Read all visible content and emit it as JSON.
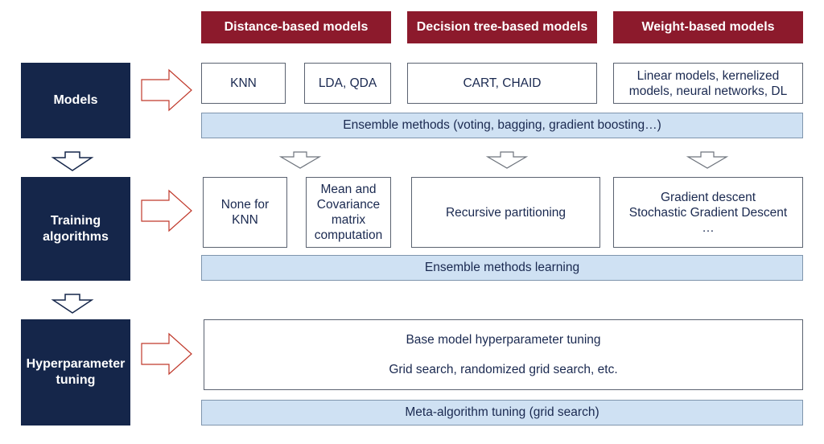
{
  "headers": {
    "distance": "Distance-based models",
    "tree": "Decision tree-based models",
    "weight": "Weight-based models"
  },
  "rows": {
    "models": "Models",
    "training": "Training\nalgorithms",
    "hyper": "Hyperparameter\ntuning"
  },
  "models": {
    "knn": "KNN",
    "lda_qda": "LDA, QDA",
    "cart": "CART, CHAID",
    "weight": "Linear models, kernelized\nmodels, neural networks, DL",
    "ensemble": "Ensemble methods (voting, bagging, gradient boosting…)"
  },
  "training": {
    "knn": "None for\nKNN",
    "lda": "Mean and\nCovariance\nmatrix\ncomputation",
    "tree": "Recursive partitioning",
    "weight": "Gradient descent\nStochastic Gradient Descent\n…",
    "ensemble": "Ensemble methods learning"
  },
  "tuning": {
    "base": "Base model hyperparameter tuning",
    "search": "Grid search, randomized grid search, etc.",
    "meta": "Meta-algorithm tuning (grid search)"
  },
  "colors": {
    "header_bg": "#8c1a2c",
    "row_label_bg": "#15264a",
    "band_bg": "#cfe1f3",
    "arrow_red": "#c0392b",
    "text": "#1a2950"
  }
}
